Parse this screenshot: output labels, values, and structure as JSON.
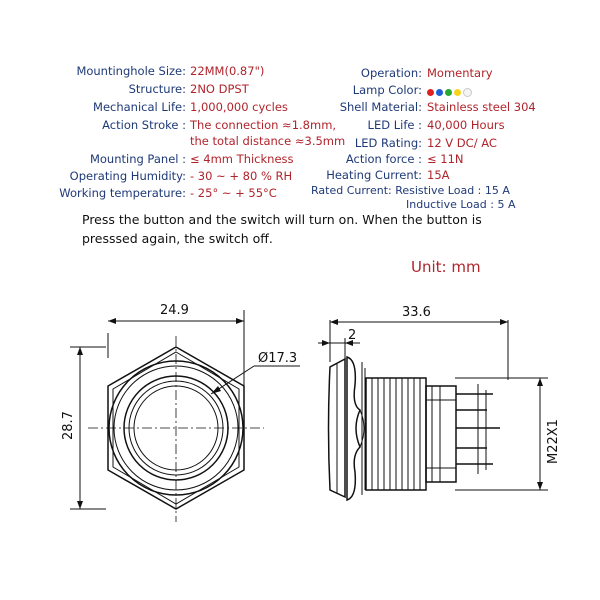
{
  "specs_left": [
    {
      "label": "Mountinghole Size:",
      "value": "22MM(0.87\")"
    },
    {
      "label": "Structure:",
      "value": "2NO  DPST"
    },
    {
      "label": "Mechanical Life:",
      "value": "1,000,000 cycles"
    },
    {
      "label": "Action Stroke :",
      "value": "The connection ≈1.8mm,"
    },
    {
      "label": "",
      "value": "the total distance ≈3.5mm"
    },
    {
      "label": "Mounting Panel :",
      "value": "≤ 4mm  Thickness"
    },
    {
      "label": "Operating Humidity:",
      "value": "- 30 ~ + 80 % RH"
    },
    {
      "label": "Working temperature:",
      "value": "- 25° ~ + 55°C"
    }
  ],
  "specs_right": [
    {
      "label": "Operation:",
      "value": "Momentary"
    },
    {
      "label": "Lamp Color:",
      "value": ""
    },
    {
      "label": "Shell Material:",
      "value": "Stainless steel 304"
    },
    {
      "label": "LED Life :",
      "value": "40,000 Hours"
    },
    {
      "label": "LED  Rating:",
      "value": "12 V  DC/ AC"
    },
    {
      "label": "Action force :",
      "value": "≤ 11N"
    },
    {
      "label": "Heating Current:",
      "value": "15A"
    },
    {
      "label": "Rated Current:  Resistive Load : 15 A",
      "value": ""
    },
    {
      "label": "Inductive  Load : 5 A",
      "value": ""
    }
  ],
  "lamp_colors": [
    "#e02020",
    "#1f5fd6",
    "#2aa836",
    "#f5d31c",
    "#f4f4f4"
  ],
  "note": "Press the button and the switch will turn on. When the button is pressed again, the switch off.",
  "note_lines": [
    "Press the button and the switch will turn on. When the button is",
    "presssed again, the switch off."
  ],
  "unit_label": "Unit: mm",
  "dims": {
    "front_width": "24.9",
    "front_height": "28.7",
    "ring_diameter": "Ø17.3",
    "side_length": "33.6",
    "side_head": "2",
    "thread": "M22X1"
  }
}
